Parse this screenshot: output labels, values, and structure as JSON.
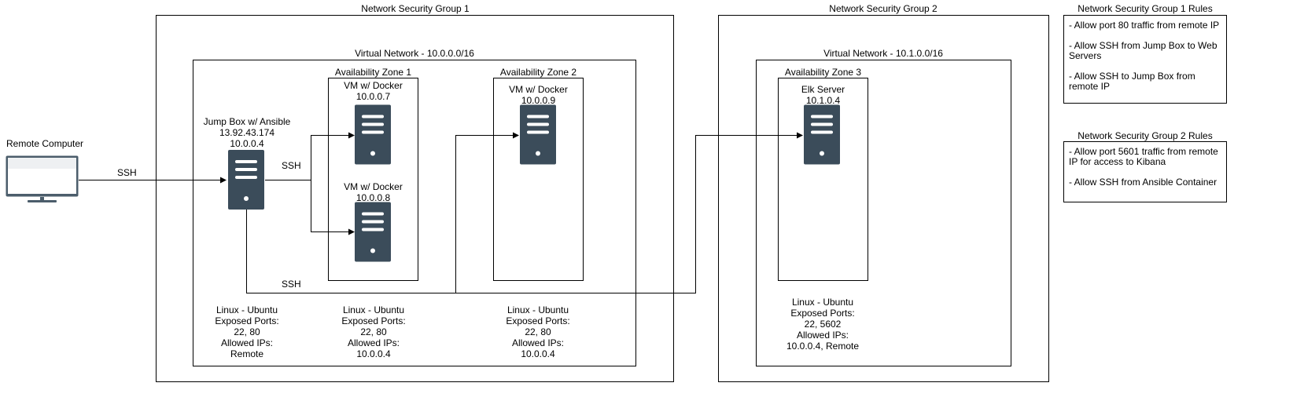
{
  "nsg1": {
    "title": "Network Security Group 1"
  },
  "nsg2": {
    "title": "Network Security Group 2"
  },
  "vnet1": {
    "title": "Virtual Network - 10.0.0.0/16"
  },
  "vnet2": {
    "title": "Virtual Network - 10.1.0.0/16"
  },
  "az1": {
    "title": "Availability Zone 1"
  },
  "az2": {
    "title": "Availability Zone 2"
  },
  "az3": {
    "title": "Availability Zone 3"
  },
  "remote": {
    "label": "Remote Computer"
  },
  "connections": {
    "ssh_remote": "SSH",
    "ssh_jump": "SSH",
    "ssh_bottom": "SSH"
  },
  "jumpbox": {
    "name": "Jump Box w/ Ansible",
    "public_ip": "13.92.43.174",
    "ip": "10.0.0.4"
  },
  "vm1": {
    "name": "VM w/ Docker",
    "ip": "10.0.0.7"
  },
  "vm2": {
    "name": "VM w/ Docker",
    "ip": "10.0.0.8"
  },
  "vm3": {
    "name": "VM w/ Docker",
    "ip": "10.0.0.9"
  },
  "elk": {
    "name": "Elk Server",
    "ip": "10.1.0.4"
  },
  "specs": {
    "jump": {
      "os": "Linux - Ubuntu",
      "ports_label": "Exposed Ports:",
      "ports": "22, 80",
      "ips_label": "Allowed IPs:",
      "ips": "Remote"
    },
    "az1": {
      "os": "Linux - Ubuntu",
      "ports_label": "Exposed Ports:",
      "ports": "22, 80",
      "ips_label": "Allowed IPs:",
      "ips": "10.0.0.4"
    },
    "az2": {
      "os": "Linux - Ubuntu",
      "ports_label": "Exposed Ports:",
      "ports": "22, 80",
      "ips_label": "Allowed IPs:",
      "ips": "10.0.0.4"
    },
    "az3": {
      "os": "Linux - Ubuntu",
      "ports_label": "Exposed Ports:",
      "ports": "22, 5602",
      "ips_label": "Allowed IPs:",
      "ips": "10.0.0.4, Remote"
    }
  },
  "rules1": {
    "title": "Network Security Group 1 Rules",
    "items": [
      "- Allow port 80 traffic from remote IP",
      "- Allow SSH from Jump Box to Web Servers",
      "- Allow SSH to Jump Box from remote IP"
    ]
  },
  "rules2": {
    "title": "Network Security Group 2 Rules",
    "items": [
      "- Allow port 5601 traffic from remote IP for access to Kibana",
      "- Allow SSH from Ansible Container"
    ]
  },
  "icons": {
    "server": "server-icon",
    "monitor": "monitor-icon"
  },
  "colors": {
    "server": "#3b4c5a",
    "monitor_frame": "#4b5d6b",
    "monitor_screen": "#ffffff"
  }
}
